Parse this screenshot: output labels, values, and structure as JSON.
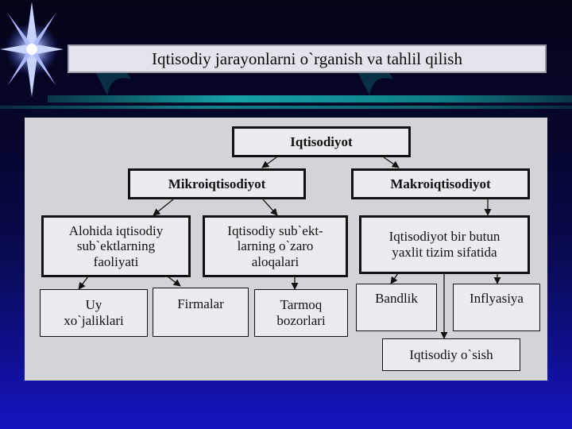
{
  "slide": {
    "title": "Iqtisodiy jarayonlarni o`rganish va tahlil qilish"
  },
  "diagram": {
    "root": "Iqtisodiyot",
    "micro": "Mikroiqtisodiyot",
    "macro": "Makroiqtisodiyot",
    "micro_left_lines": [
      "Alohida iqtisodiy",
      "sub`ektlarning",
      "faoliyati"
    ],
    "micro_right_lines": [
      "Iqtisodiy sub`ekt-",
      "larning o`zaro",
      "aloqalari"
    ],
    "macro_child_lines": [
      "Iqtisodiyot bir butun",
      "yaxlit tizim sifatida"
    ],
    "uy_lines": [
      "Uy",
      "xo`jaliklari"
    ],
    "firmalar": "Firmalar",
    "tarmoq_lines": [
      "Tarmoq",
      "bozorlari"
    ],
    "bandlik": "Bandlik",
    "inflyasiya": "Inflyasiya",
    "osish": "Iqtisodiy o`sish"
  },
  "colors": {
    "background_top": "#040418",
    "background_bottom": "#1414c0",
    "panel": "#d4d4d8",
    "node_fill": "#ececf0",
    "teal_stripe": "#12a8a8"
  }
}
